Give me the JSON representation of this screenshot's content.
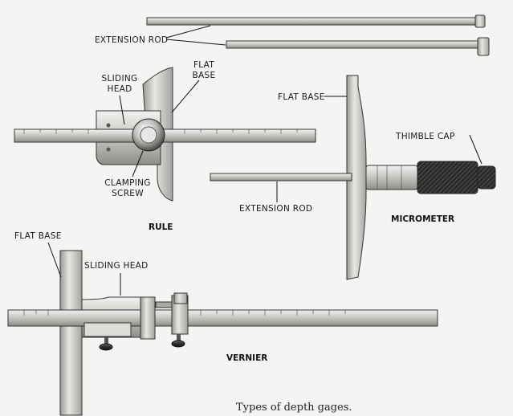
{
  "labels": {
    "extension_rod_top": "EXTENSION ROD",
    "sliding_head_rule": "SLIDING\nHEAD",
    "flat_base_rule": "FLAT\nBASE",
    "flat_base_micrometer": "FLAT BASE",
    "thimble_cap": "THIMBLE CAP",
    "clamping_screw": "CLAMPING\nSCREW",
    "extension_rod_micrometer": "EXTENSION ROD",
    "rule_title": "RULE",
    "micrometer_title": "MICROMETER",
    "flat_base_vernier": "FLAT BASE",
    "sliding_head_vernier": "SLIDING HEAD",
    "vernier_title": "VERNIER"
  },
  "caption": "Types of depth gages."
}
